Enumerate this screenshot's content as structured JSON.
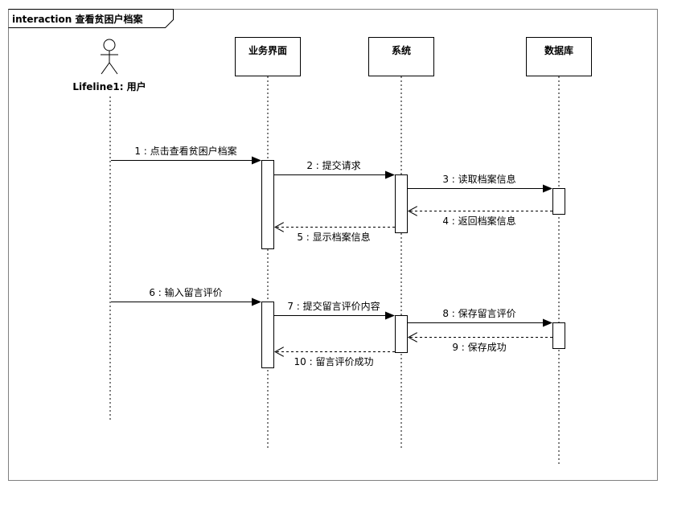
{
  "frame": {
    "title": "interaction 查看贫困户档案"
  },
  "actor": {
    "label": "Lifeline1: 用户"
  },
  "lifelines": [
    {
      "id": "ui",
      "label": "业务界面"
    },
    {
      "id": "system",
      "label": "系统"
    },
    {
      "id": "db",
      "label": "数据库"
    }
  ],
  "messages": [
    {
      "label": "1 : 点击查看贫困户档案",
      "kind": "sync"
    },
    {
      "label": "2 : 提交请求",
      "kind": "sync"
    },
    {
      "label": "3 : 读取档案信息",
      "kind": "sync"
    },
    {
      "label": "4 : 返回档案信息",
      "kind": "return"
    },
    {
      "label": "5 : 显示档案信息",
      "kind": "return"
    },
    {
      "label": "6 : 输入留言评价",
      "kind": "sync"
    },
    {
      "label": "7 : 提交留言评价内容",
      "kind": "sync"
    },
    {
      "label": "8 : 保存留言评价",
      "kind": "sync"
    },
    {
      "label": "9 : 保存成功",
      "kind": "return"
    },
    {
      "label": "10 : 留言评价成功",
      "kind": "return"
    }
  ],
  "colors": {
    "line": "#000000",
    "frame": "#808080",
    "activation_fill": "#ffffff"
  }
}
